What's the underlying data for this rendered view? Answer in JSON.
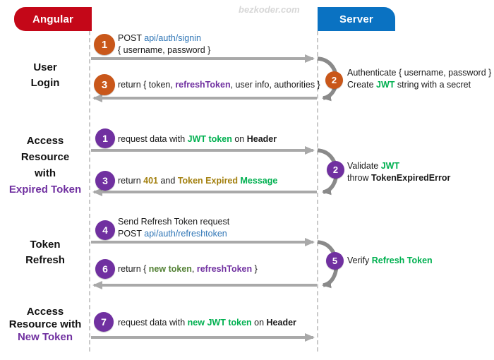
{
  "watermark": "bezkoder.com",
  "client": {
    "name": "Angular",
    "color": "#C40718"
  },
  "server": {
    "name": "Server",
    "color": "#0A72C2"
  },
  "palette": {
    "circle_orange": "#C9571A",
    "circle_purple": "#7030A0",
    "green": "#00B050",
    "dark_green": "#538135",
    "purple": "#7030A0",
    "gold": "#A3800F",
    "link_blue": "#2E75B6",
    "arrow_gray": "#A9A9A9"
  },
  "side_labels": [
    {
      "lines": [
        [
          {
            "t": "User",
            "c": "k"
          }
        ],
        [
          {
            "t": "Login",
            "c": "k"
          }
        ]
      ]
    },
    {
      "lines": [
        [
          {
            "t": "Access",
            "c": "k"
          }
        ],
        [
          {
            "t": "Resource",
            "c": "k"
          }
        ],
        [
          {
            "t": "with",
            "c": "k"
          }
        ],
        [
          {
            "t": "Expired Token",
            "c": "purple"
          }
        ]
      ]
    },
    {
      "lines": [
        [
          {
            "t": "Token",
            "c": "k"
          }
        ],
        [
          {
            "t": "Refresh",
            "c": "k"
          }
        ]
      ]
    },
    {
      "lines": [
        [
          {
            "t": "Access",
            "c": "k"
          }
        ],
        [
          {
            "t": "Resource with",
            "c": "k"
          }
        ],
        [
          {
            "t": "New Token",
            "c": "purple"
          }
        ]
      ]
    }
  ],
  "client_rows": [
    {
      "num": "1",
      "lines": [
        [
          {
            "t": "POST ",
            "c": "k"
          },
          {
            "t": "api/auth/signin",
            "c": "blue"
          }
        ],
        [
          {
            "t": "{ username, password }",
            "c": "k"
          }
        ]
      ]
    },
    {
      "num": "3",
      "lines": [
        [
          {
            "t": "return { token, ",
            "c": "k"
          },
          {
            "t": "refreshToken",
            "c": "purple"
          },
          {
            "t": ", user info, authorities }",
            "c": "k"
          }
        ]
      ]
    },
    {
      "num": "1",
      "lines": [
        [
          {
            "t": "request data with ",
            "c": "k"
          },
          {
            "t": "JWT token",
            "c": "green"
          },
          {
            "t": " on ",
            "c": "k"
          },
          {
            "t": "Header",
            "c": "b"
          }
        ]
      ]
    },
    {
      "num": "3",
      "lines": [
        [
          {
            "t": "return ",
            "c": "k"
          },
          {
            "t": "401",
            "c": "gold"
          },
          {
            "t": " and ",
            "c": "k"
          },
          {
            "t": "Token Expired",
            "c": "gold"
          },
          {
            "t": " ",
            "c": "k"
          },
          {
            "t": "Message",
            "c": "green"
          }
        ]
      ]
    },
    {
      "num": "4",
      "lines": [
        [
          {
            "t": "Send Refresh Token request",
            "c": "k"
          }
        ],
        [
          {
            "t": "POST ",
            "c": "k"
          },
          {
            "t": "api/auth/refreshtoken",
            "c": "blue"
          }
        ]
      ]
    },
    {
      "num": "6",
      "lines": [
        [
          {
            "t": "return { ",
            "c": "k"
          },
          {
            "t": "new token",
            "c": "dgreen"
          },
          {
            "t": ", ",
            "c": "k"
          },
          {
            "t": "refreshToken",
            "c": "purple"
          },
          {
            "t": " }",
            "c": "k"
          }
        ]
      ]
    },
    {
      "num": "7",
      "lines": [
        [
          {
            "t": "request data with ",
            "c": "k"
          },
          {
            "t": "new JWT token",
            "c": "green"
          },
          {
            "t": " on ",
            "c": "k"
          },
          {
            "t": "Header",
            "c": "b"
          }
        ]
      ]
    }
  ],
  "server_notes": [
    {
      "num": "2",
      "lines": [
        [
          {
            "t": "Authenticate { username, password }",
            "c": "k"
          }
        ],
        [
          {
            "t": "Create ",
            "c": "k"
          },
          {
            "t": "JWT",
            "c": "green"
          },
          {
            "t": " string with a secret",
            "c": "k"
          }
        ]
      ]
    },
    {
      "num": "2",
      "lines": [
        [
          {
            "t": "Validate ",
            "c": "k"
          },
          {
            "t": "JWT",
            "c": "green"
          }
        ],
        [
          {
            "t": "throw ",
            "c": "k"
          },
          {
            "t": "TokenExpiredError",
            "c": "b"
          }
        ]
      ]
    },
    {
      "num": "5",
      "lines": [
        [
          {
            "t": "Verify ",
            "c": "k"
          },
          {
            "t": "Refresh Token",
            "c": "green"
          }
        ]
      ]
    }
  ]
}
